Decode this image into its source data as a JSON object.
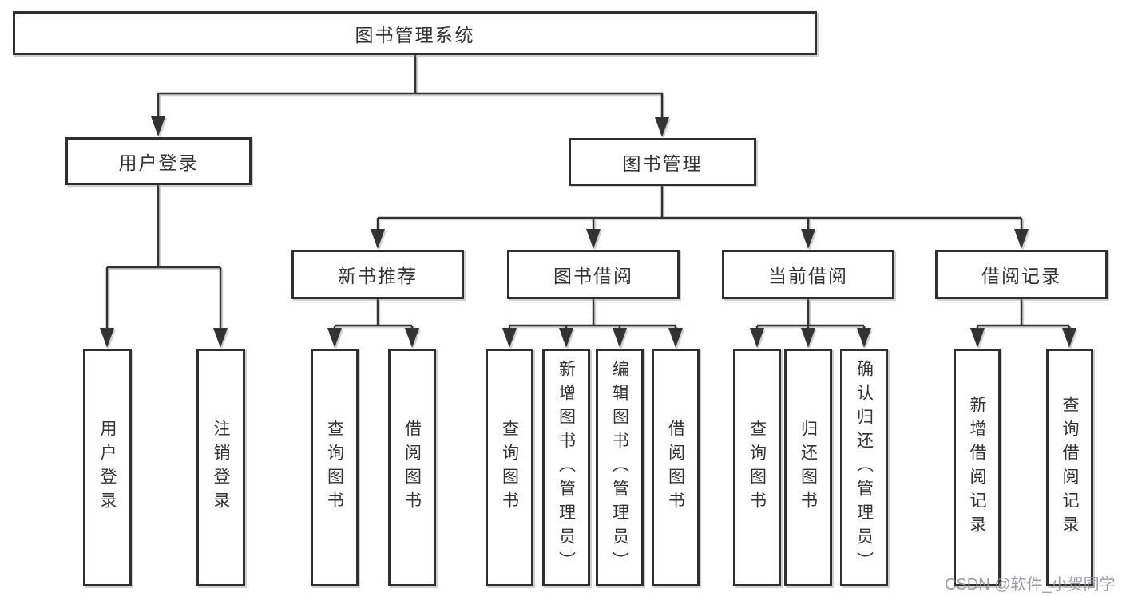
{
  "colors": {
    "line": "#333333",
    "box_border": "#2f2f2f",
    "text": "#333333",
    "watermark": "#8c8c91",
    "background": "#ffffff"
  },
  "tree": {
    "root": {
      "label": "图书管理系统"
    },
    "branches": [
      {
        "label": "用户登录",
        "children": [
          {
            "label": "用户登录"
          },
          {
            "label": "注销登录"
          }
        ]
      },
      {
        "label": "图书管理",
        "children": [
          {
            "label": "新书推荐",
            "children": [
              {
                "label": "查询图书"
              },
              {
                "label": "借阅图书"
              }
            ]
          },
          {
            "label": "图书借阅",
            "children": [
              {
                "label": "查询图书"
              },
              {
                "label": "新增图书（管理员）"
              },
              {
                "label": "编辑图书（管理员）"
              },
              {
                "label": "借阅图书"
              }
            ]
          },
          {
            "label": "当前借阅",
            "children": [
              {
                "label": "查询图书"
              },
              {
                "label": "归还图书"
              },
              {
                "label": "确认归还（管理员）"
              }
            ]
          },
          {
            "label": "借阅记录",
            "children": [
              {
                "label": "新增借阅记录"
              },
              {
                "label": "查询借阅记录"
              }
            ]
          }
        ]
      }
    ]
  },
  "watermark": {
    "text": "CSDN @软件_小贺同学"
  }
}
